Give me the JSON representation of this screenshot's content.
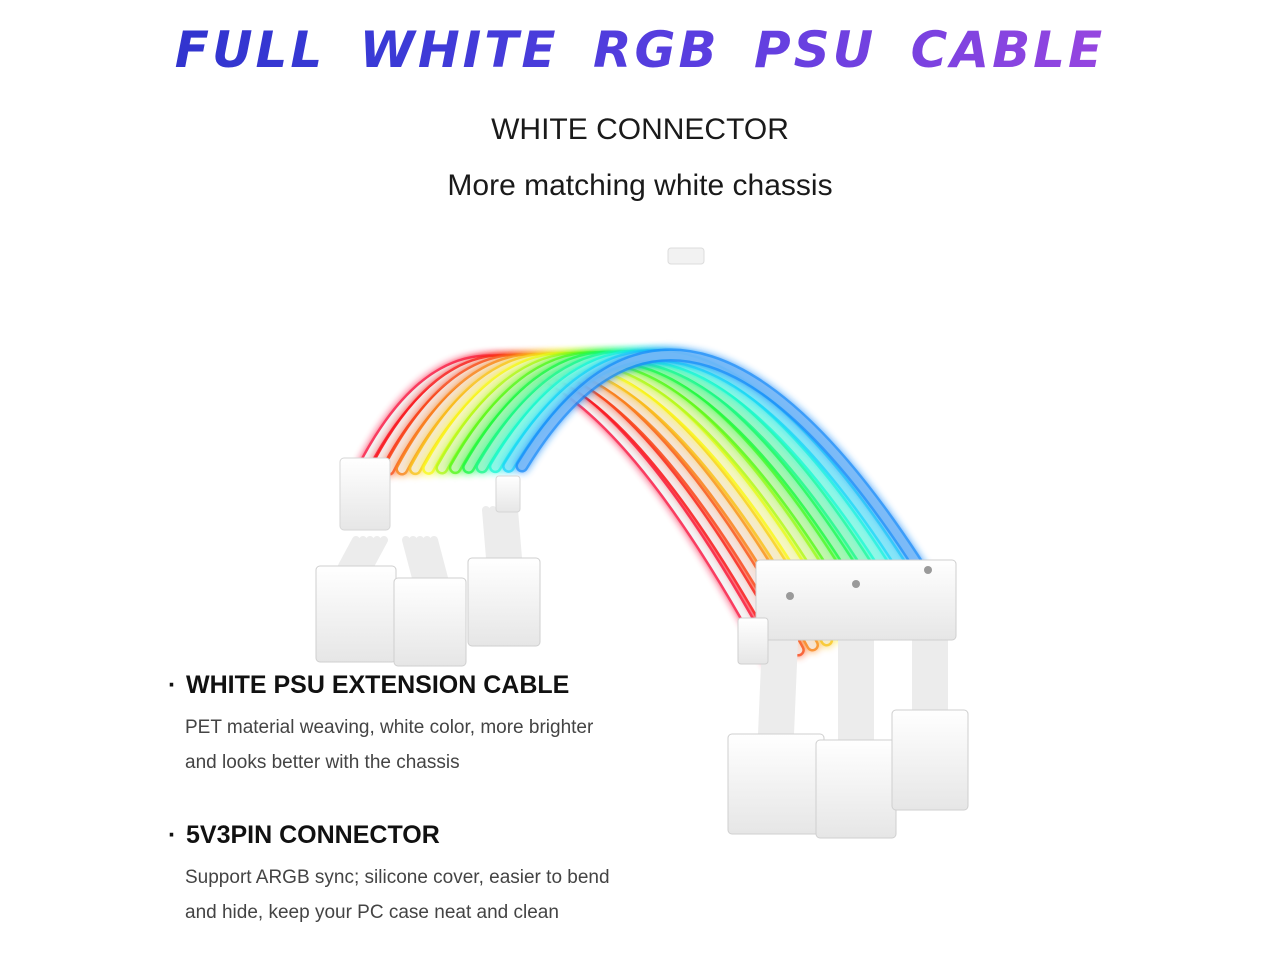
{
  "headline": "FULL WHITE RGB PSU CABLE",
  "subheading": "WHITE CONNECTOR",
  "tagline": "More matching white chassis",
  "features": [
    {
      "bullet": "·",
      "title": "WHITE PSU EXTENSION CABLE",
      "line1": "PET material weaving, white color, more brighter",
      "line2": "and looks better with the chassis"
    },
    {
      "bullet": "·",
      "title": "5V3PIN CONNECTOR",
      "line1": "Support ARGB sync; silicone cover, easier to bend",
      "line2": "and hide, keep your PC case neat and clean"
    }
  ],
  "colors": {
    "headline_start": "#2a2fc8",
    "headline_end": "#b04ae0",
    "cable_white": "#eeeeee",
    "connector_white": "#f7f7f7"
  }
}
